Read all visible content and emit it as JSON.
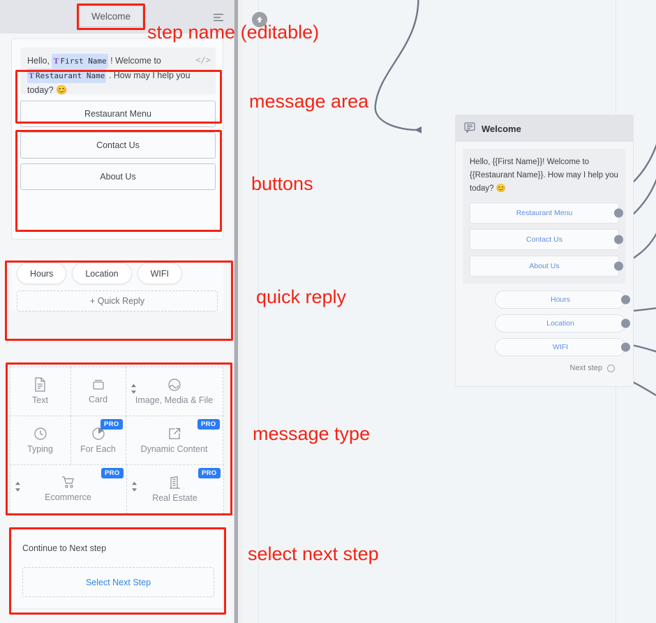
{
  "editor": {
    "step_name": "Welcome",
    "menu_icon": "list-menu-icon",
    "message": {
      "code_icon": "</>",
      "prefix": "Hello, ",
      "tag1": "First Name",
      "middle": " ! Welcome to ",
      "tag2": "Restaurant Name",
      "suffix": " . How may I help you today? ",
      "emoji": "😊"
    },
    "buttons": [
      {
        "label": "Restaurant Menu"
      },
      {
        "label": "Contact Us"
      },
      {
        "label": "About Us"
      }
    ],
    "quick_replies": [
      {
        "label": "Hours"
      },
      {
        "label": "Location"
      },
      {
        "label": "WIFI"
      }
    ],
    "quick_reply_add": "+ Quick Reply",
    "message_types": [
      {
        "label": "Text",
        "icon": "document-icon",
        "pro": false,
        "sortable": false,
        "width": 88
      },
      {
        "label": "Card",
        "icon": "card-icon",
        "pro": false,
        "sortable": false,
        "width": 80
      },
      {
        "label": "Image, Media & File",
        "icon": "image-icon",
        "pro": false,
        "sortable": true,
        "width": 140
      },
      {
        "label": "Typing",
        "icon": "clock-icon",
        "pro": false,
        "sortable": false,
        "width": 88
      },
      {
        "label": "For Each",
        "icon": "pie-icon",
        "pro": true,
        "sortable": false,
        "width": 80
      },
      {
        "label": "Dynamic Content",
        "icon": "external-link-icon",
        "pro": true,
        "sortable": false,
        "width": 140
      },
      {
        "label": "Ecommerce",
        "icon": "cart-icon",
        "pro": true,
        "sortable": true,
        "width": 148
      },
      {
        "label": "Real Estate",
        "icon": "building-icon",
        "pro": true,
        "sortable": true,
        "width": 160
      }
    ],
    "pro_badge": "PRO",
    "next_step": {
      "title": "Continue to Next step",
      "select_label": "Select Next Step"
    }
  },
  "canvas": {
    "scroll_top_icon": "up-arrow-circle-icon",
    "node": {
      "header_icon": "chat-bubble-icon",
      "title": "Welcome",
      "message_text": "Hello, {{First Name}}! Welcome to {{Restaurant Name}}. How may I help you today? 😊",
      "buttons": [
        {
          "label": "Restaurant Menu"
        },
        {
          "label": "Contact Us"
        },
        {
          "label": "About Us"
        }
      ],
      "quick_replies": [
        {
          "label": "Hours"
        },
        {
          "label": "Location"
        },
        {
          "label": "WIFI"
        }
      ],
      "next_step_label": "Next step"
    }
  },
  "annotations": [
    {
      "text": "step name (editable)"
    },
    {
      "text": "message area"
    },
    {
      "text": "buttons"
    },
    {
      "text": "quick reply"
    },
    {
      "text": "message type"
    },
    {
      "text": "select next step"
    }
  ],
  "colors": {
    "annotation_red": "#f42314",
    "pro_blue": "#2b7cf6",
    "link_blue": "#2f87e8",
    "node_link": "#5e8fe0"
  }
}
